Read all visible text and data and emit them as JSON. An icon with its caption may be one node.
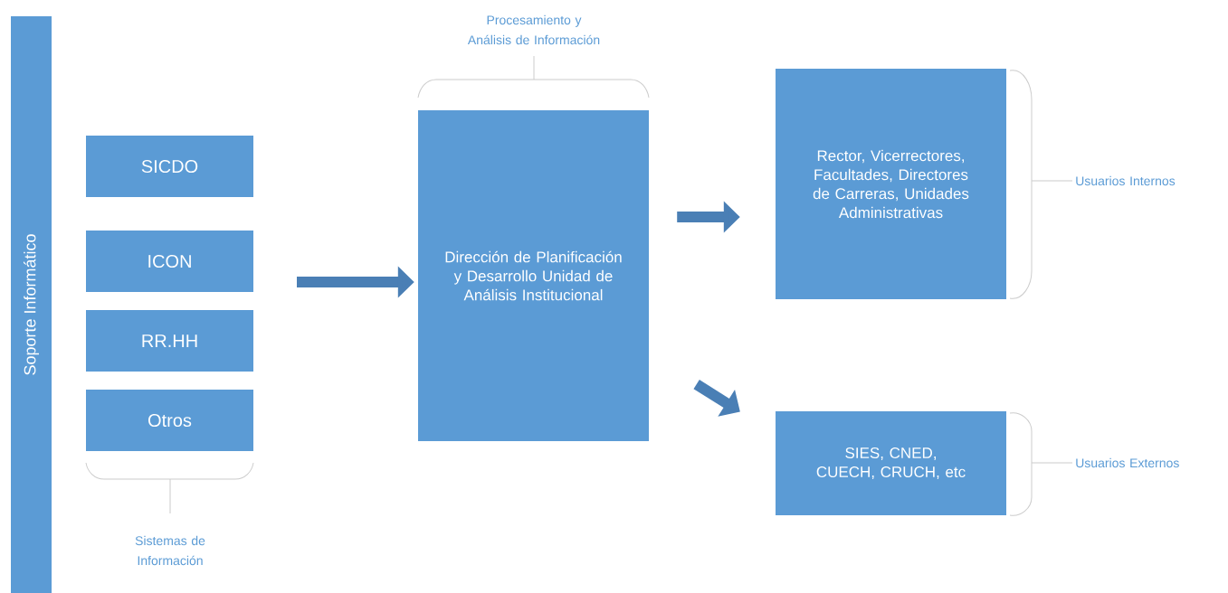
{
  "diagram": {
    "nodes": [
      {
        "text": [
          "Soporte Informático"
        ]
      },
      {
        "text": [
          "SICDO"
        ]
      },
      {
        "text": [
          "ICON"
        ]
      },
      {
        "text": [
          "RR.HH"
        ]
      },
      {
        "text": [
          "Otros"
        ]
      },
      {
        "text": [
          "Dirección de Planificación y Desarrollo Unidad de Análisis Institucional"
        ]
      },
      {
        "text": [
          "Rector, Vicerrectores, Facultades, Directores de Carreras, Unidades Administrativas"
        ]
      },
      {
        "text": [
          "SIES, CNED, CUECH, CRUCH, etc"
        ]
      }
    ],
    "edges": [
      {
        "from": null,
        "to": 5,
        "arrow": "to"
      },
      {
        "from": 5,
        "to": 6,
        "arrow": "to"
      },
      {
        "from": 5,
        "to": 7,
        "arrow": "to"
      }
    ],
    "labels": [
      "Procesamiento y Análisis de Información",
      "Usuarios Internos",
      "Usuarios Externos",
      "Sistemas de Información"
    ]
  }
}
